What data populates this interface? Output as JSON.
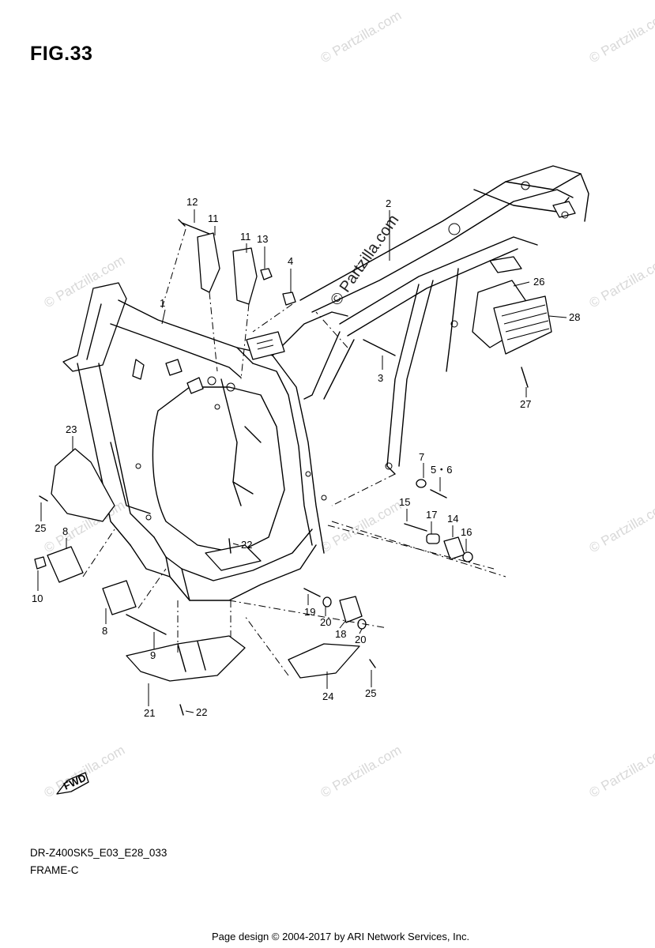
{
  "figure": {
    "title": "FIG.33",
    "model_code": "DR-Z400SK5_E03_E28_033",
    "section": "FRAME-C",
    "fwd_label": "FWD"
  },
  "watermark": {
    "text": "© Partzilla.com",
    "big_text": "© Partzilla.com"
  },
  "footer": "Page design © 2004-2017 by ARI Network Services, Inc.",
  "callouts": [
    {
      "id": "1",
      "label": "1"
    },
    {
      "id": "2",
      "label": "2"
    },
    {
      "id": "3",
      "label": "3"
    },
    {
      "id": "4",
      "label": "4"
    },
    {
      "id": "5-6",
      "label": "5・6"
    },
    {
      "id": "7",
      "label": "7"
    },
    {
      "id": "8a",
      "label": "8"
    },
    {
      "id": "8b",
      "label": "8"
    },
    {
      "id": "9",
      "label": "9"
    },
    {
      "id": "10",
      "label": "10"
    },
    {
      "id": "11a",
      "label": "11"
    },
    {
      "id": "11b",
      "label": "11"
    },
    {
      "id": "12",
      "label": "12"
    },
    {
      "id": "13",
      "label": "13"
    },
    {
      "id": "14",
      "label": "14"
    },
    {
      "id": "15",
      "label": "15"
    },
    {
      "id": "16",
      "label": "16"
    },
    {
      "id": "17",
      "label": "17"
    },
    {
      "id": "18",
      "label": "18"
    },
    {
      "id": "19",
      "label": "19"
    },
    {
      "id": "20a",
      "label": "20"
    },
    {
      "id": "20b",
      "label": "20"
    },
    {
      "id": "21",
      "label": "21"
    },
    {
      "id": "22a",
      "label": "22"
    },
    {
      "id": "22b",
      "label": "22"
    },
    {
      "id": "23",
      "label": "23"
    },
    {
      "id": "24",
      "label": "24"
    },
    {
      "id": "25a",
      "label": "25"
    },
    {
      "id": "25b",
      "label": "25"
    },
    {
      "id": "26",
      "label": "26"
    },
    {
      "id": "27",
      "label": "27"
    },
    {
      "id": "28",
      "label": "28"
    }
  ]
}
